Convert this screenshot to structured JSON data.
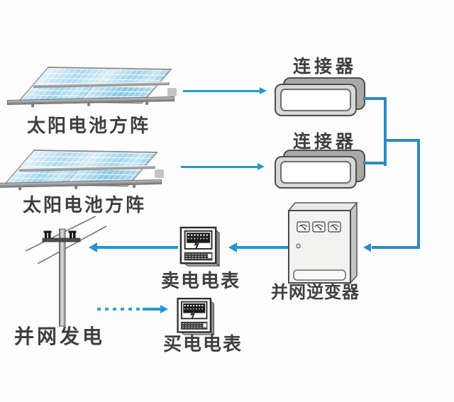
{
  "diagram": {
    "nodes": [
      {
        "id": "solar-array-1",
        "label": "太阳电池方阵",
        "type": "solar-array"
      },
      {
        "id": "connector-1",
        "label": "连接器",
        "type": "connector"
      },
      {
        "id": "solar-array-2",
        "label": "太阳电池方阵",
        "type": "solar-array"
      },
      {
        "id": "connector-2",
        "label": "连接器",
        "type": "connector"
      },
      {
        "id": "grid-inverter",
        "label": "并网逆变器",
        "type": "inverter-cabinet"
      },
      {
        "id": "sell-meter",
        "label": "卖电电表",
        "type": "electric-meter"
      },
      {
        "id": "buy-meter",
        "label": "买电电表",
        "type": "electric-meter"
      },
      {
        "id": "grid-pole",
        "label": "并网发电",
        "type": "utility-pole"
      }
    ],
    "edges": [
      {
        "from": "solar-array-1",
        "to": "connector-1",
        "style": "solid-arrow"
      },
      {
        "from": "solar-array-2",
        "to": "connector-2",
        "style": "solid-arrow"
      },
      {
        "from": "connector-1",
        "to": "grid-inverter",
        "style": "line"
      },
      {
        "from": "connector-2",
        "to": "grid-inverter",
        "style": "line"
      },
      {
        "from": "grid-inverter",
        "to": "sell-meter",
        "style": "solid-arrow"
      },
      {
        "from": "sell-meter",
        "to": "grid-pole",
        "style": "solid-arrow"
      },
      {
        "from": "grid-pole",
        "to": "buy-meter",
        "style": "dashed-arrow"
      }
    ],
    "colors": {
      "arrow_blue": "#2397cf",
      "bus_line_blue": "#2d89c4",
      "panel_blue": "#9cd2ec",
      "label_text": "#3f3f3f"
    }
  }
}
